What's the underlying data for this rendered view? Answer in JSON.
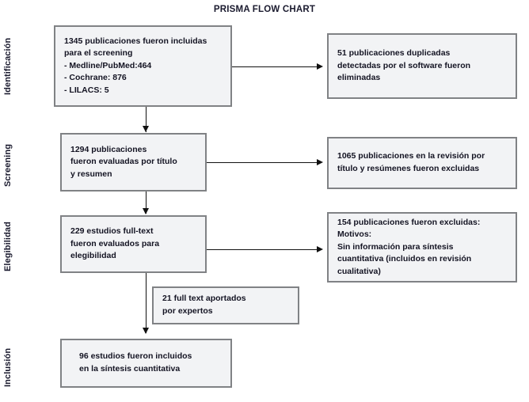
{
  "title": "PRISMA FLOW CHART",
  "stages": [
    {
      "id": "identificacion",
      "label": "Identificación"
    },
    {
      "id": "screening",
      "label": "Screening"
    },
    {
      "id": "elegibilidad",
      "label": "Elegibilidad"
    },
    {
      "id": "inclusion",
      "label": "Inclusión"
    }
  ],
  "boxes": {
    "identification_main": {
      "lines": [
        "1345 publicaciones fueron incluidas",
        "para el screening",
        "- Medline/PubMed:464",
        "- Cochrane: 876",
        "- LILACS: 5"
      ]
    },
    "duplicates_removed": {
      "lines": [
        "51 publicaciones duplicadas",
        "detectadas por el software fueron",
        "eliminadas"
      ]
    },
    "screening_main": {
      "lines": [
        "1294 publicaciones",
        "fueron evaluadas por título",
        "y resumen"
      ]
    },
    "screening_excluded": {
      "lines": [
        "1065 publicaciones en la revisión por",
        "título y resúmenes fueron excluidas"
      ]
    },
    "eligibility_main": {
      "lines": [
        "229 estudios full-text",
        "fueron evaluados para",
        "elegibilidad"
      ]
    },
    "eligibility_excluded": {
      "lines": [
        "154 publicaciones fueron excluidas:",
        "Motivos:",
        "Sin información para síntesis",
        "cuantitativa (incluidos en revisión",
        "cualitativa)"
      ]
    },
    "expert_added": {
      "lines": [
        "21 full text aportados",
        "por expertos"
      ]
    },
    "inclusion_main": {
      "lines": [
        "96 estudios fueron incluidos",
        "en la síntesis cuantitativa"
      ]
    }
  },
  "colors": {
    "box_fill": "#f2f3f5",
    "box_border": "#808285",
    "text": "#141423",
    "connector": "#111111",
    "background": "#ffffff"
  }
}
